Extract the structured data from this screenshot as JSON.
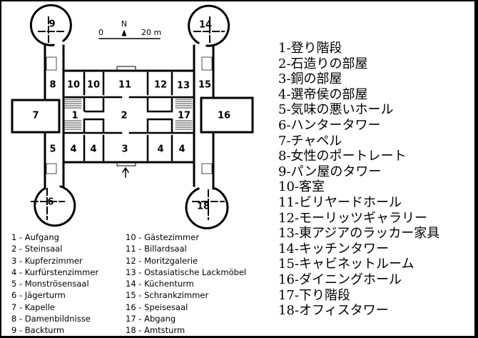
{
  "scale": {
    "north": "N",
    "zero": "0",
    "length": "20 m"
  },
  "plan_labels": {
    "r8": "8",
    "r10a": "10",
    "r10b": "10",
    "r11": "11",
    "r12": "12",
    "r13": "13",
    "r15": "15",
    "r7": "7",
    "r1": "1",
    "r2": "2",
    "r17": "17",
    "r16": "16",
    "r5": "5",
    "r4a": "4",
    "r4b": "4",
    "r3": "3",
    "r4c": "4",
    "r4d": "4",
    "r9": "9",
    "r14": "14",
    "r6": "6",
    "r18": "18"
  },
  "legend_de": [
    "1 - Aufgang",
    "2 - Steinsaal",
    "3 - Kupferzimmer",
    "4 - Kurfürstenzimmer",
    "5 - Monströsensaal",
    "6 - Jägerturm",
    "7 - Kapelle",
    "8 - Damenbildnisse",
    "9 - Backturm",
    "10 - Gästezimmer",
    "11 - Billardsaal",
    "12 - Moritzgalerie",
    "13 - Ostasiatische Lackmöbel",
    "14 - Küchenturm",
    "15 - Schrankzimmer",
    "16 - Speisesaal",
    "17 - Abgang",
    "18 - Amtsturm"
  ],
  "legend_ja": [
    "1-登り階段",
    "2-石造りの部屋",
    "3-銅の部屋",
    "4-選帝侯の部屋",
    "5-気味の悪いホール",
    "6-ハンタータワー",
    "7-チャペル",
    "8-女性のポートレート",
    "9-パン屋のタワー",
    "10-客室",
    "11-ビリヤードホール",
    "12-モーリッツギャラリー",
    "13-東アジアのラッカー家具",
    "14-キッチンタワー",
    "15-キャビネットルーム",
    "16-ダイニングホール",
    "17-下り階段",
    "18-オフィスタワー"
  ]
}
